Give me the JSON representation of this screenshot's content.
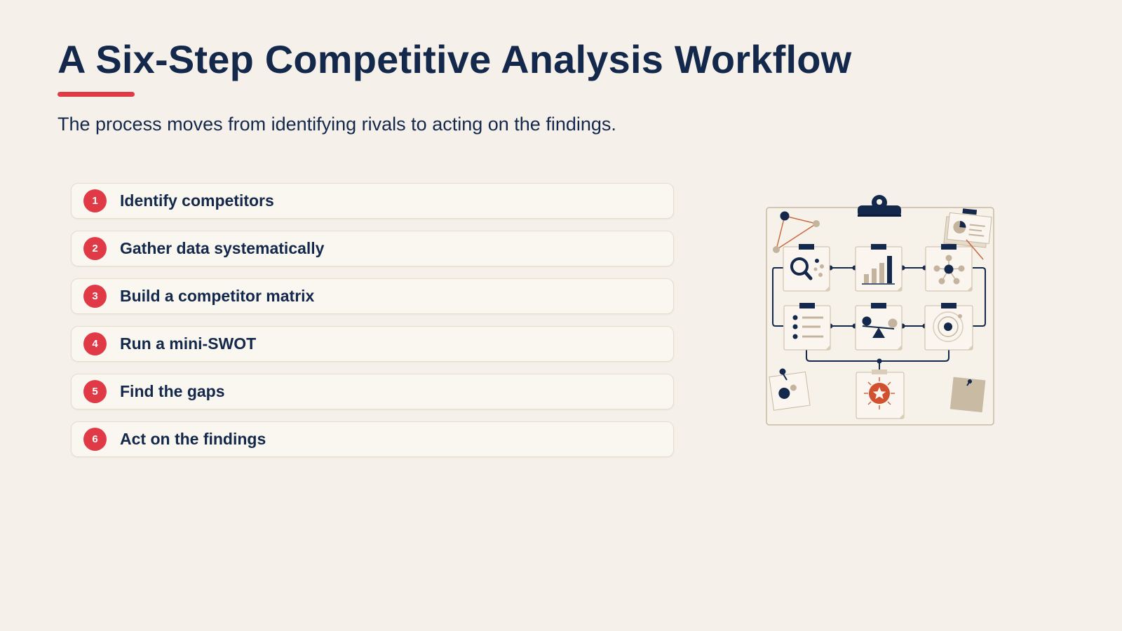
{
  "slide": {
    "title": "A Six-Step Competitive Analysis Workflow",
    "subtitle": "The process moves from identifying rivals to acting on the findings.",
    "accent_color": "#e03a47",
    "text_color": "#13284a",
    "background_color": "#f5f1ea"
  },
  "steps": [
    {
      "number": "1",
      "label": "Identify competitors"
    },
    {
      "number": "2",
      "label": "Gather data systematically"
    },
    {
      "number": "3",
      "label": "Build a competitor matrix"
    },
    {
      "number": "4",
      "label": "Run a mini-SWOT"
    },
    {
      "number": "5",
      "label": "Find the gaps"
    },
    {
      "number": "6",
      "label": "Act on the findings"
    }
  ],
  "illustration": {
    "icons": [
      "clipboard-icon",
      "magnifier-icon",
      "bar-chart-icon",
      "network-icon",
      "checklist-icon",
      "balance-scale-icon",
      "target-icon",
      "star-badge-icon",
      "pie-chart-note-icon",
      "pushpin-note-icon"
    ]
  }
}
